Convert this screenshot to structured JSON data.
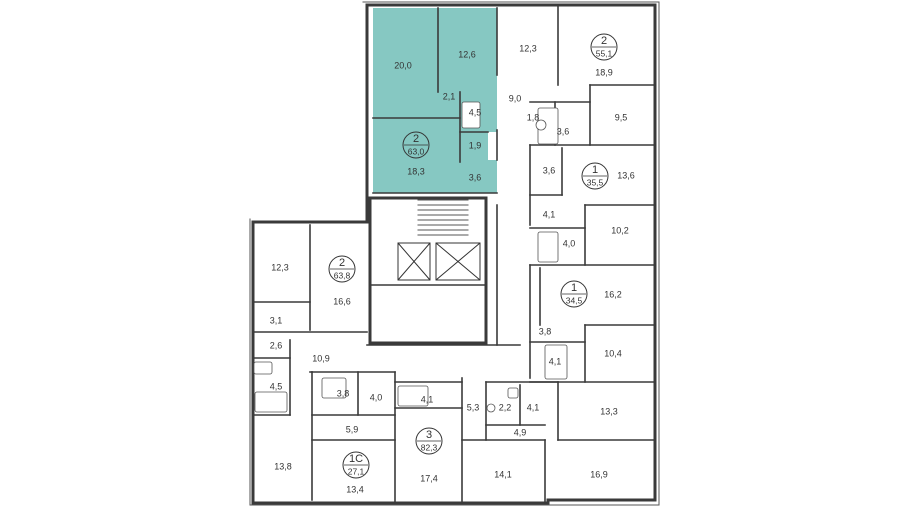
{
  "plan": {
    "highlight_color": "#86c8c2",
    "wall_color": "#3a3a3a",
    "apartments": [
      {
        "id": "apt-top-left-hl",
        "rooms_label": "2",
        "area": "63,0",
        "highlighted": true
      },
      {
        "id": "apt-top-right",
        "rooms_label": "2",
        "area": "55,1",
        "highlighted": false
      },
      {
        "id": "apt-right-a",
        "rooms_label": "1",
        "area": "35,5",
        "highlighted": false
      },
      {
        "id": "apt-right-b",
        "rooms_label": "1",
        "area": "34,5",
        "highlighted": false
      },
      {
        "id": "apt-left",
        "rooms_label": "2",
        "area": "63,8",
        "highlighted": false
      },
      {
        "id": "apt-bottom-left",
        "rooms_label": "1С",
        "area": "27,1",
        "highlighted": false
      },
      {
        "id": "apt-bottom-mid",
        "rooms_label": "3",
        "area": "82,3",
        "highlighted": false
      }
    ],
    "rooms": {
      "r1": "20,0",
      "r2": "12,6",
      "r3": "2,1",
      "r4": "4,5",
      "r5": "1,9",
      "r6": "18,3",
      "r7": "3,6",
      "r8": "12,3",
      "r9": "18,9",
      "r10": "9,0",
      "r11": "1,8",
      "r12": "3,6",
      "r13": "9,5",
      "r14": "3,6",
      "r15": "13,6",
      "r16": "4,1",
      "r17": "10,2",
      "r18": "4,0",
      "r19": "16,2",
      "r20": "3,8",
      "r21": "4,1",
      "r22": "10,4",
      "r23": "12,3",
      "r24": "16,6",
      "r25": "3,1",
      "r26": "2,6",
      "r27": "10,9",
      "r28": "4,5",
      "r29": "3,8",
      "r30": "4,0",
      "r31": "5,9",
      "r32": "13,8",
      "r33": "13,4",
      "r34": "4,1",
      "r35": "17,4",
      "r36": "5,3",
      "r37": "2,2",
      "r38": "4,1",
      "r39": "4,9",
      "r40": "13,3",
      "r41": "14,1",
      "r42": "16,9"
    }
  }
}
